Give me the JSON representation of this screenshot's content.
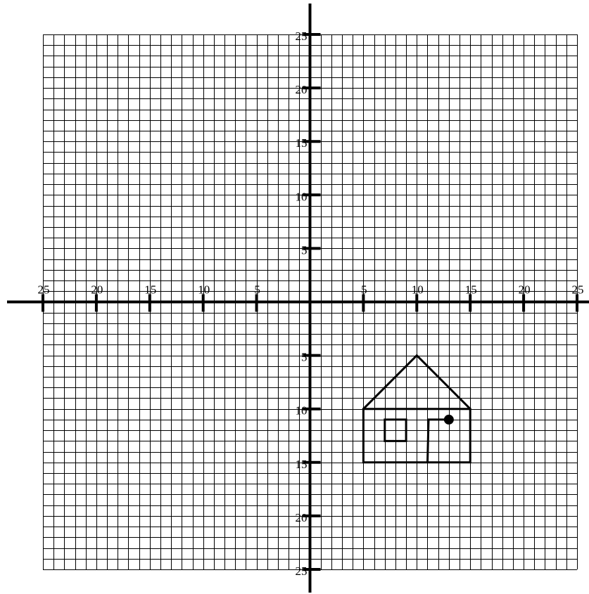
{
  "chart_data": {
    "type": "coordinate-plane",
    "xlim": [
      -25,
      25
    ],
    "ylim": [
      -25,
      25
    ],
    "grid_step": 1,
    "grid": true,
    "tick_step": 5,
    "x_tick_labels": [
      "25",
      "20",
      "15",
      "10",
      "5",
      "5",
      "10",
      "15",
      "20",
      "25"
    ],
    "x_tick_values": [
      -25,
      -20,
      -15,
      -10,
      -5,
      5,
      10,
      15,
      20,
      25
    ],
    "y_tick_labels": [
      "25",
      "20",
      "15",
      "10",
      "5",
      "5",
      "10",
      "15",
      "20",
      "25"
    ],
    "y_tick_values": [
      25,
      20,
      15,
      10,
      5,
      -5,
      -10,
      -15,
      -20,
      -25
    ],
    "drawing": {
      "name": "house",
      "roof": [
        [
          5,
          -10
        ],
        [
          10,
          -5
        ],
        [
          15,
          -10
        ]
      ],
      "walls": [
        [
          5,
          -10
        ],
        [
          15,
          -10
        ],
        [
          15,
          -15
        ],
        [
          5,
          -15
        ]
      ],
      "window": [
        [
          7,
          -11
        ],
        [
          9,
          -11
        ],
        [
          9,
          -13
        ],
        [
          7,
          -13
        ]
      ],
      "door": [
        [
          11,
          -15
        ],
        [
          11.1,
          -11
        ],
        [
          13,
          -11
        ]
      ],
      "doorknob": [
        13,
        -11
      ]
    }
  }
}
